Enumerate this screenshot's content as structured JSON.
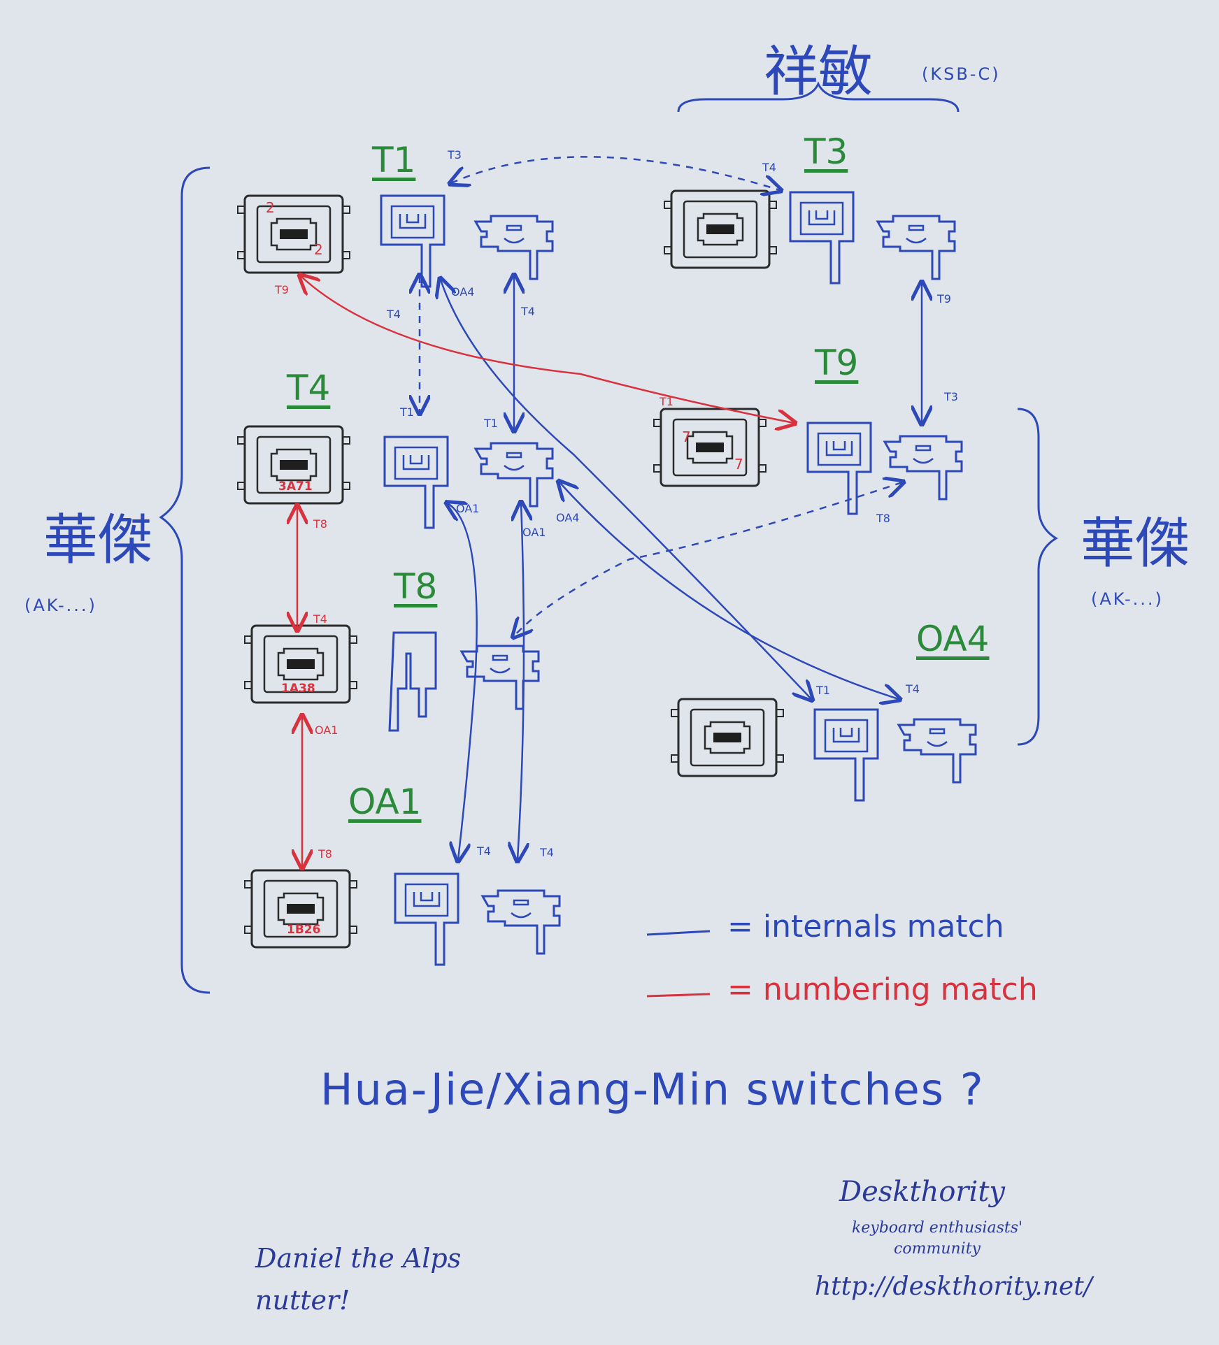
{
  "title": "Hua-Jie/Xiang-Min switches ?",
  "groups": {
    "xiang_min": {
      "name": "祥敏",
      "sub": "(KSB-C)"
    },
    "hua_jie_left": {
      "name": "華傑",
      "sub": "(AK-...)"
    },
    "hua_jie_right": {
      "name": "華傑",
      "sub": "(AK-...)"
    }
  },
  "switches": {
    "t1": {
      "label": "T1"
    },
    "t3": {
      "label": "T3"
    },
    "t4": {
      "label": "T4",
      "code": "3A71"
    },
    "t9": {
      "label": "T9"
    },
    "t8": {
      "label": "T8",
      "code": "1A38"
    },
    "oa4": {
      "label": "OA4"
    },
    "oa1": {
      "label": "OA1",
      "code": "1B26"
    }
  },
  "numbers": {
    "t1_mark": "2",
    "t9_mark": "7"
  },
  "arrow_labels": {
    "t1_top": "T3",
    "t3_top": "T4",
    "t1_left": "T9",
    "t1_contact_down": "T4",
    "t1_contact_oa4": "OA4",
    "t1_leaf_down": "T4",
    "t3_leaf_down": "T9",
    "t9_leaf_up": "T3",
    "t9_left": "T1",
    "t9_leaf_left": "T8",
    "t4_contact_up": "T1",
    "t4_leaf_up": "T1",
    "t4_contact_oa1": "OA1",
    "t4_leaf_oa1": "OA1",
    "t4_leaf_oa4": "OA4",
    "t4_base_down": "T8",
    "t8_base_up": "T4",
    "t8_base_down": "OA1",
    "oa1_base_up": "T8",
    "oa4_contact": "T1",
    "oa4_leaf": "T4",
    "oa1_contact": "T4",
    "oa1_leaf": "T4"
  },
  "legend": {
    "internals": "= internals match",
    "numbering": "= numbering match"
  },
  "credits": {
    "site_name": "Deskthority",
    "site_tag": "keyboard enthusiasts' community",
    "site_url": "http://deskthority.net/",
    "author": "Daniel the Alps nutter!"
  },
  "colors": {
    "internals": "#2d48b8",
    "numbering": "#d8323f",
    "labels": "#2a8a3a",
    "outline": "#2b2b2b"
  }
}
